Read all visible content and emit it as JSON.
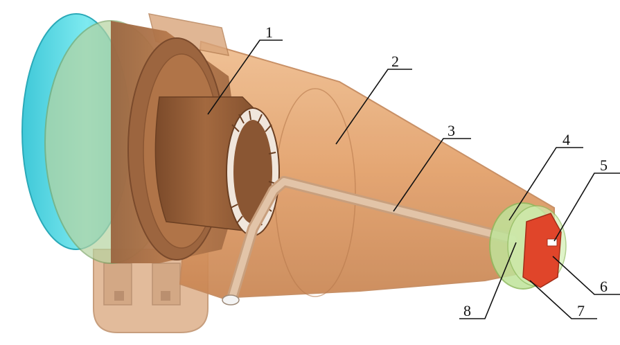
{
  "figure": {
    "callouts": [
      {
        "id": "1",
        "label": "1"
      },
      {
        "id": "2",
        "label": "2"
      },
      {
        "id": "3",
        "label": "3"
      },
      {
        "id": "4",
        "label": "4"
      },
      {
        "id": "5",
        "label": "5"
      },
      {
        "id": "6",
        "label": "6"
      },
      {
        "id": "7",
        "label": "7"
      },
      {
        "id": "8",
        "label": "8"
      }
    ]
  },
  "colors": {
    "end_cap": "#5fe0e8",
    "body": "#c98a55",
    "body_dark": "#8a5a35",
    "cone": "#e0a06d",
    "tube": "#d8b796",
    "tip_ring": "#b9e08a",
    "part_red": "#e0452a",
    "line": "#111111"
  }
}
